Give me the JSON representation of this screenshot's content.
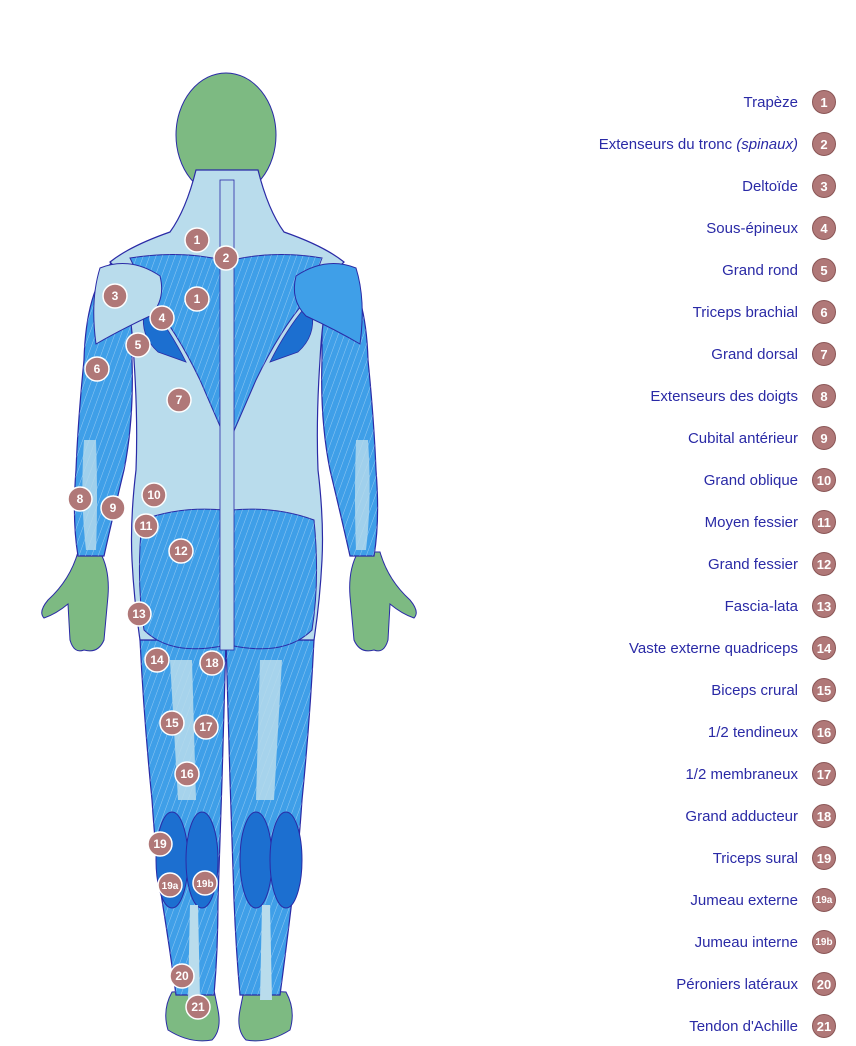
{
  "colors": {
    "skin": "#7dba82",
    "muscle": "#3f9fe8",
    "muscle_light": "#b9dcec",
    "muscle_dark": "#1c6fd0",
    "outline": "#2a2aa6",
    "badge": "#b07878",
    "label": "#2a2aa6"
  },
  "legend": [
    {
      "num": "1",
      "label": "Trapèze"
    },
    {
      "num": "2",
      "label": "Extenseurs du tronc",
      "label_extra": "(spinaux)"
    },
    {
      "num": "3",
      "label": "Deltoïde"
    },
    {
      "num": "4",
      "label": "Sous-épineux"
    },
    {
      "num": "5",
      "label": "Grand rond"
    },
    {
      "num": "6",
      "label": "Triceps brachial"
    },
    {
      "num": "7",
      "label": "Grand dorsal"
    },
    {
      "num": "8",
      "label": "Extenseurs des doigts"
    },
    {
      "num": "9",
      "label": "Cubital antérieur"
    },
    {
      "num": "10",
      "label": "Grand oblique"
    },
    {
      "num": "11",
      "label": "Moyen fessier"
    },
    {
      "num": "12",
      "label": "Grand fessier"
    },
    {
      "num": "13",
      "label": "Fascia-lata"
    },
    {
      "num": "14",
      "label": "Vaste externe quadriceps"
    },
    {
      "num": "15",
      "label": "Biceps crural"
    },
    {
      "num": "16",
      "label": "1/2 tendineux"
    },
    {
      "num": "17",
      "label": "1/2 membraneux"
    },
    {
      "num": "18",
      "label": "Grand adducteur"
    },
    {
      "num": "19",
      "label": "Triceps sural"
    },
    {
      "num": "19a",
      "label": "Jumeau externe"
    },
    {
      "num": "19b",
      "label": "Jumeau interne"
    },
    {
      "num": "20",
      "label": "Péroniers latéraux"
    },
    {
      "num": "21",
      "label": "Tendon d'Achille"
    }
  ],
  "markers": [
    {
      "num": "1",
      "region": "upper-trapezius"
    },
    {
      "num": "2",
      "region": "spine-upper"
    },
    {
      "num": "3",
      "region": "deltoid"
    },
    {
      "num": "1",
      "region": "middle-trapezius"
    },
    {
      "num": "4",
      "region": "infraspinatus"
    },
    {
      "num": "5",
      "region": "teres-major"
    },
    {
      "num": "6",
      "region": "triceps"
    },
    {
      "num": "7",
      "region": "latissimus"
    },
    {
      "num": "8",
      "region": "forearm-extensors"
    },
    {
      "num": "9",
      "region": "forearm-flexor"
    },
    {
      "num": "10",
      "region": "external-oblique"
    },
    {
      "num": "11",
      "region": "gluteus-medius"
    },
    {
      "num": "12",
      "region": "gluteus-maximus"
    },
    {
      "num": "13",
      "region": "fascia-lata"
    },
    {
      "num": "14",
      "region": "vastus-lateralis"
    },
    {
      "num": "18",
      "region": "adductor-magnus"
    },
    {
      "num": "15",
      "region": "biceps-femoris"
    },
    {
      "num": "17",
      "region": "semimembranosus"
    },
    {
      "num": "16",
      "region": "semitendinosus"
    },
    {
      "num": "19",
      "region": "triceps-surae"
    },
    {
      "num": "19a",
      "region": "lateral-gastrocnemius"
    },
    {
      "num": "19b",
      "region": "medial-gastrocnemius"
    },
    {
      "num": "20",
      "region": "peroneals"
    },
    {
      "num": "21",
      "region": "achilles-tendon"
    }
  ]
}
